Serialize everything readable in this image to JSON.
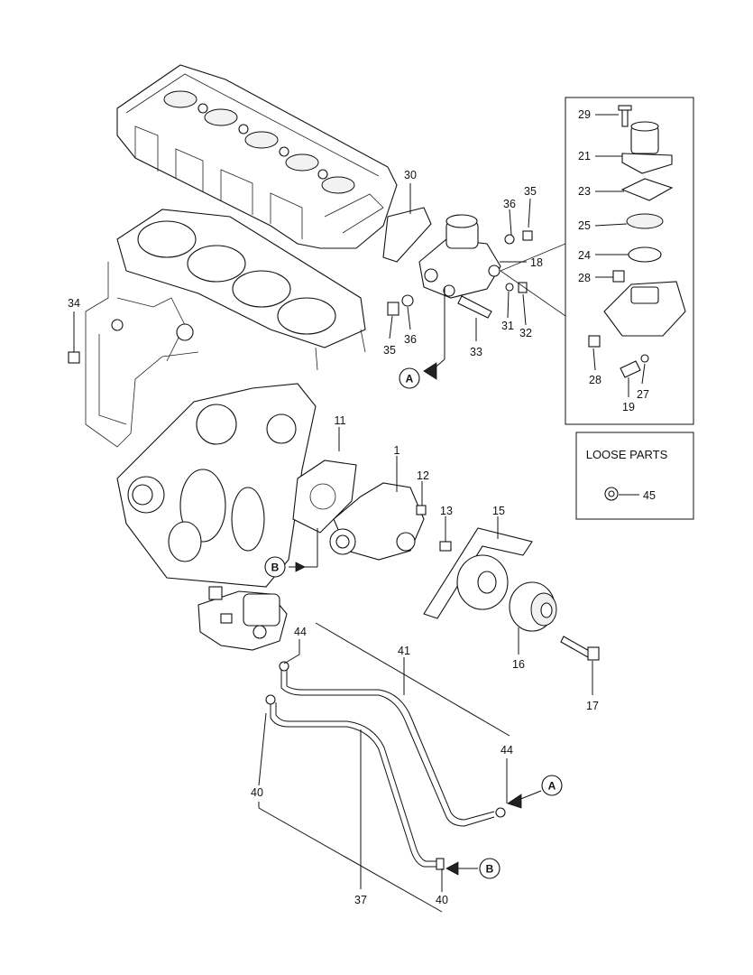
{
  "part_numbers": {
    "p1": "1",
    "p11": "11",
    "p12": "12",
    "p13": "13",
    "p15": "15",
    "p16": "16",
    "p17": "17",
    "p18": "18",
    "p19": "19",
    "p21": "21",
    "p23": "23",
    "p24": "24",
    "p25": "25",
    "p27": "27",
    "p28a": "28",
    "p28b": "28",
    "p29": "29",
    "p30": "30",
    "p31": "31",
    "p32": "32",
    "p33": "33",
    "p34": "34",
    "p35a": "35",
    "p35b": "35",
    "p36a": "36",
    "p36b": "36",
    "p37": "37",
    "p40a": "40",
    "p40b": "40",
    "p41": "41",
    "p44a": "44",
    "p44b": "44",
    "p45": "45"
  },
  "callouts": {
    "a1": "A",
    "a2": "A",
    "b1": "B",
    "b2": "B"
  },
  "loose_parts": {
    "title": "LOOSE PARTS"
  }
}
